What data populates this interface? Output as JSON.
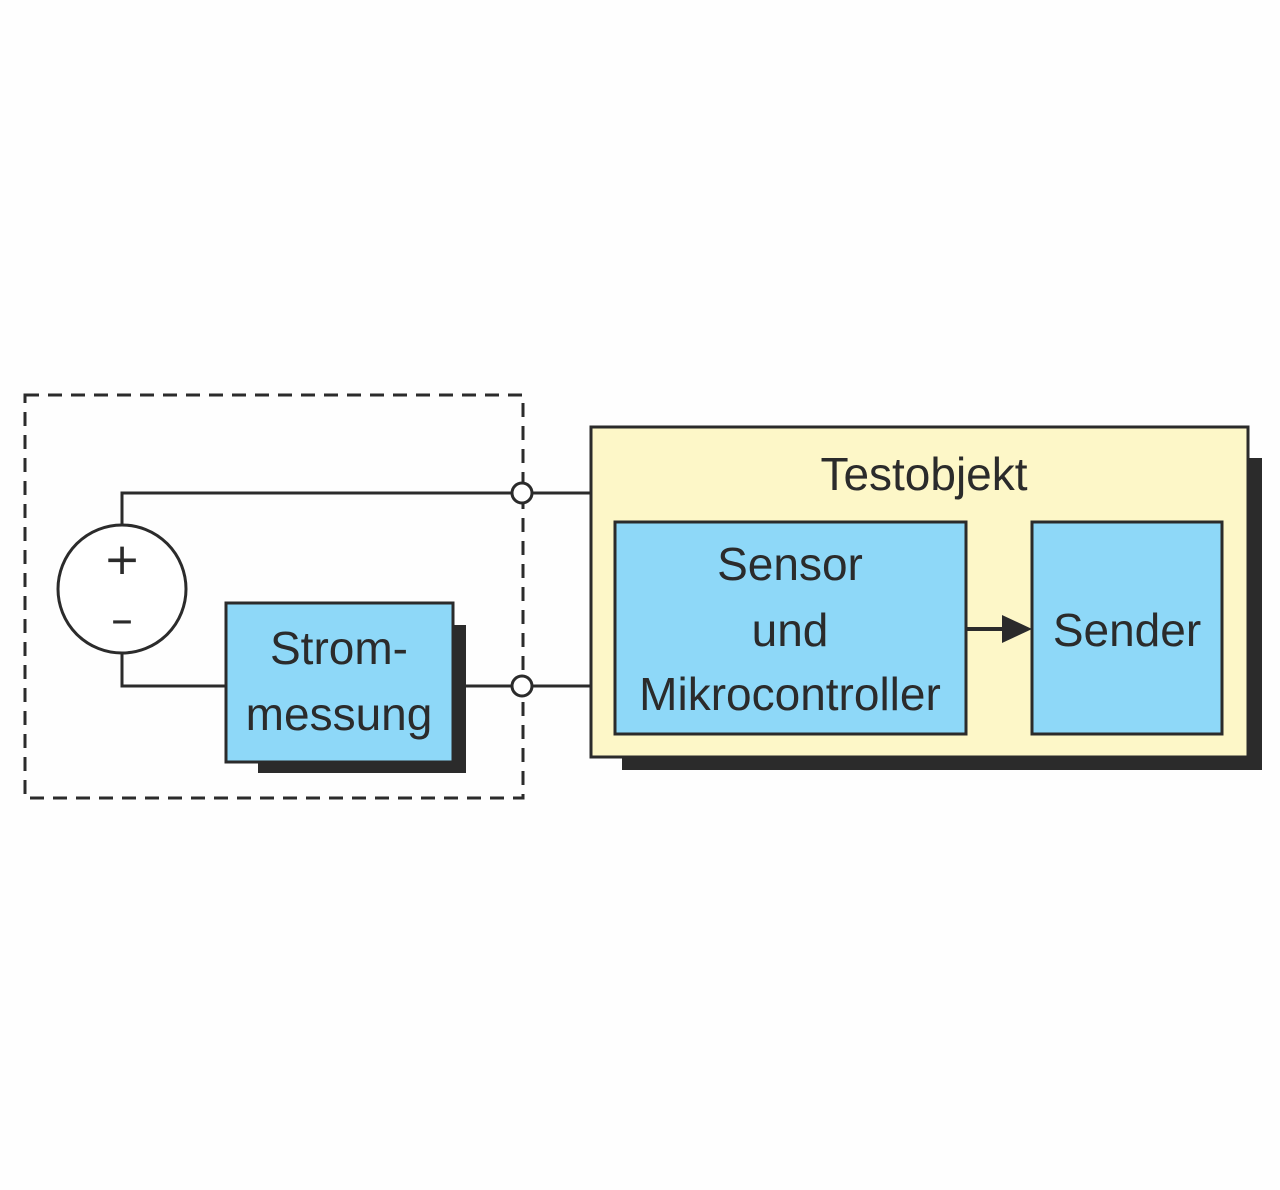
{
  "source": {
    "plus_label": "+",
    "minus_label": "–"
  },
  "strommessung": {
    "line1": "Strom-",
    "line2": "messung"
  },
  "testobjekt": {
    "title": "Testobjekt"
  },
  "sensor_block": {
    "line1": "Sensor",
    "line2": "und",
    "line3": "Mikrocontroller"
  },
  "sender_block": {
    "label": "Sender"
  },
  "colors": {
    "block_fill": "#8ed8f8",
    "testobjekt_fill": "#fdf7c8",
    "stroke": "#2b2b2b",
    "shadow": "#2b2b2b",
    "background": "#fefefe"
  }
}
